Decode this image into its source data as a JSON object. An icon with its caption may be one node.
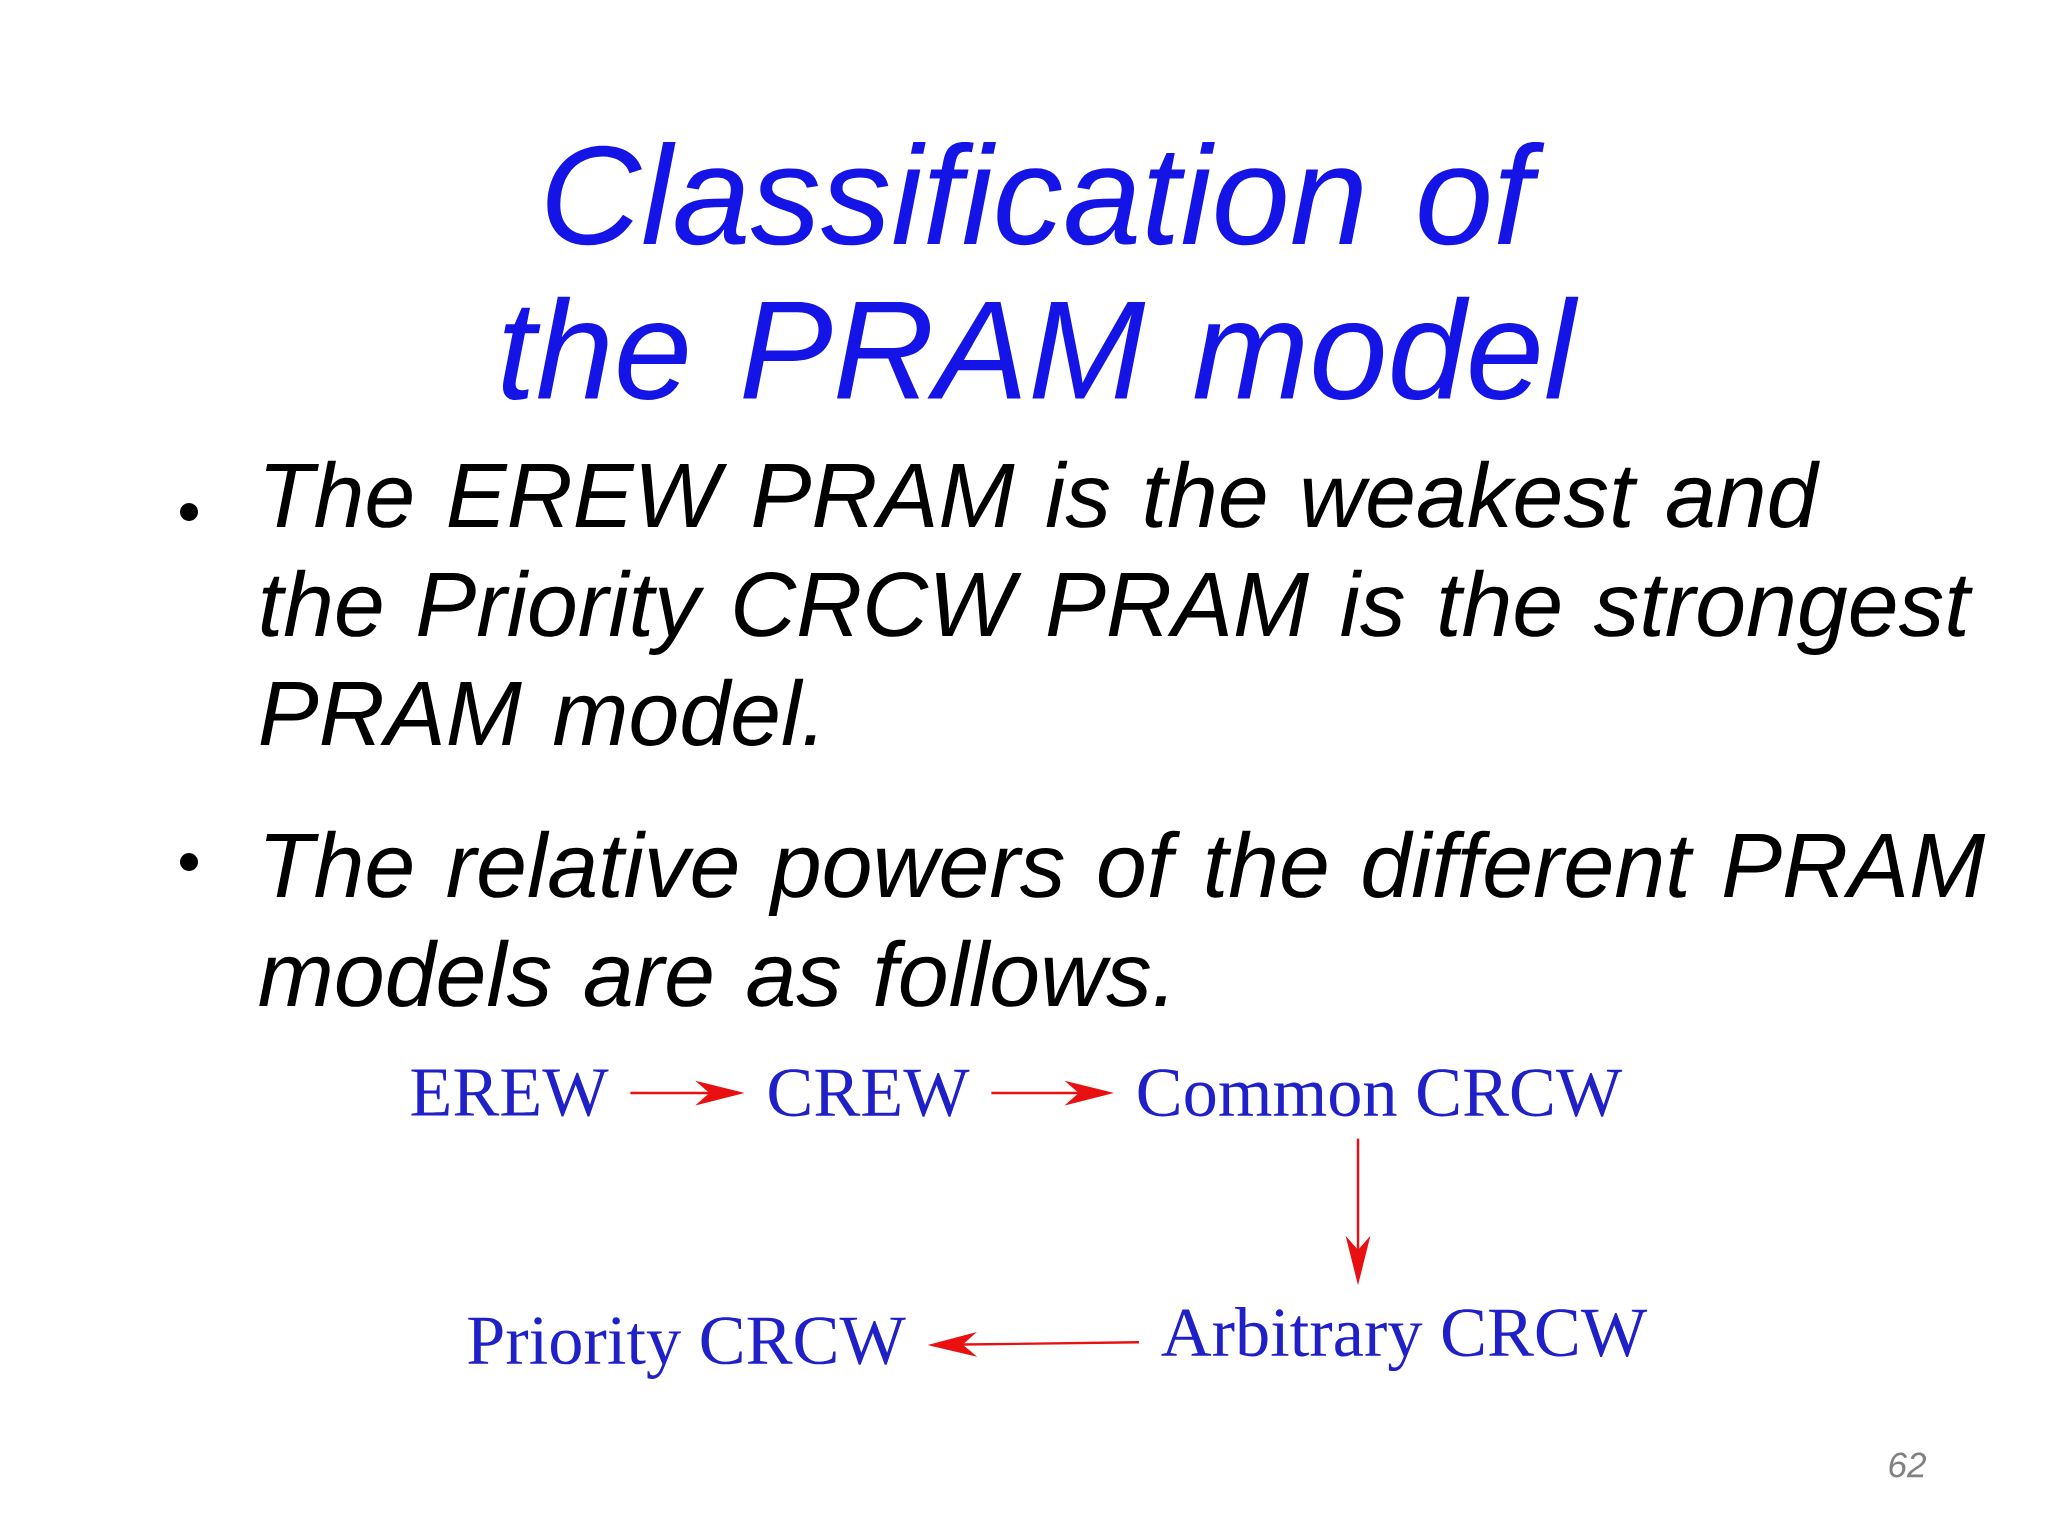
{
  "diagram": {
    "title": "Classification of the PRAM model",
    "nodes": [
      {
        "text": [
          "EREW"
        ]
      },
      {
        "text": [
          "CREW"
        ]
      },
      {
        "text": [
          "Common CRCW"
        ]
      },
      {
        "text": [
          "Arbitrary CRCW"
        ]
      },
      {
        "text": [
          "Priority CRCW"
        ]
      }
    ],
    "edges": [
      {
        "from": 0,
        "to": 1,
        "arrow": "to"
      },
      {
        "from": 1,
        "to": 2,
        "arrow": "to"
      },
      {
        "from": 2,
        "to": 3,
        "arrow": "to"
      },
      {
        "from": 3,
        "to": 4,
        "arrow": "to"
      }
    ],
    "labels": [
      "The EREW PRAM is the weakest and the Priority CRCW PRAM is the strongest PRAM model.",
      "The relative powers of the different PRAM models are as follows.",
      "62"
    ]
  }
}
